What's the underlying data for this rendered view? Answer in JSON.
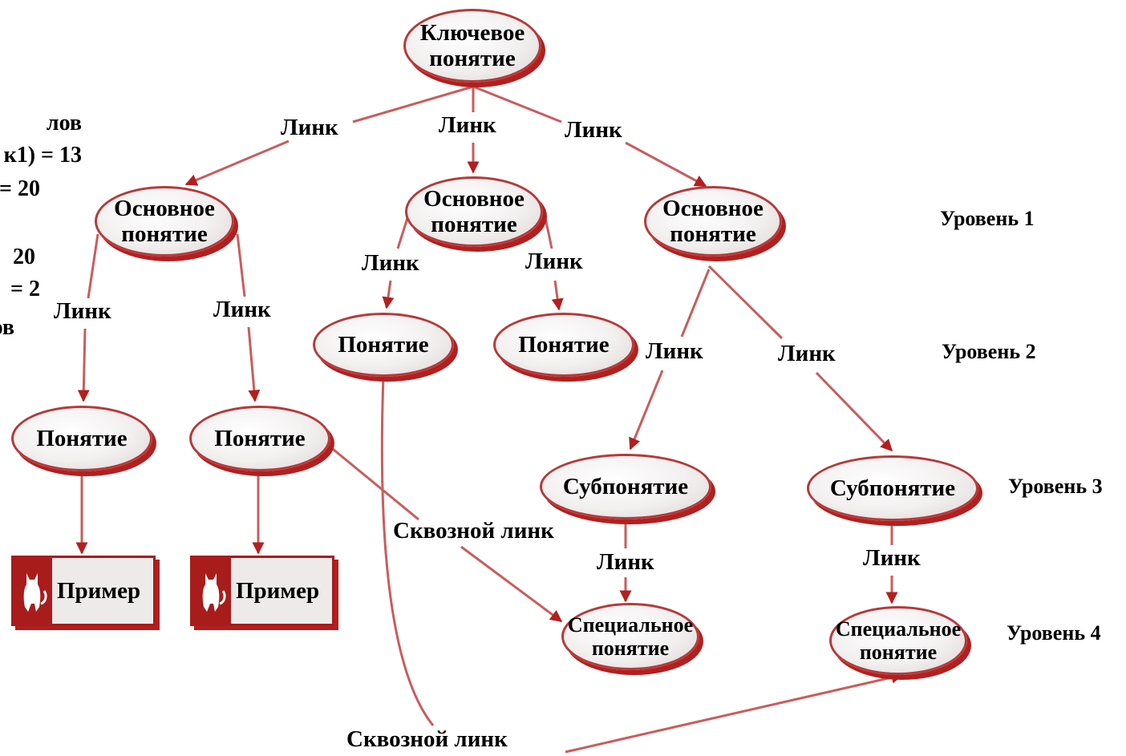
{
  "root": {
    "text": "Ключевое\nпонятие"
  },
  "main_concepts": [
    {
      "text": "Основное\nпонятие"
    },
    {
      "text": "Основное\nпонятие"
    },
    {
      "text": "Основное\nпонятие"
    }
  ],
  "concepts": [
    {
      "text": "Понятие"
    },
    {
      "text": "Понятие"
    },
    {
      "text": "Понятие"
    },
    {
      "text": "Понятие"
    }
  ],
  "subconcepts": [
    {
      "text": "Субпонятие"
    },
    {
      "text": "Субпонятие"
    }
  ],
  "special_concepts": [
    {
      "text": "Специальное\nпонятие"
    },
    {
      "text": "Специальное\nпонятие"
    }
  ],
  "examples": [
    {
      "label": "Пример",
      "icon": "cat-icon"
    },
    {
      "label": "Пример",
      "icon": "cat-icon"
    }
  ],
  "link_label": "Линк",
  "cross_link_label": "Сквозной линк",
  "levels": [
    "Уровень 1",
    "Уровень 2",
    "Уровень 3",
    "Уровень 4"
  ],
  "stats_fragment": [
    "лов",
    "к1) = 13",
    "= 20",
    "",
    "20",
    "= 2",
    "ов"
  ],
  "colors": {
    "edge": "#c95d5d",
    "arrow": "#b21f1f",
    "node_border": "#b53a3a",
    "node_shadow": "#b21f1f",
    "example_badge": "#a81c1c"
  }
}
